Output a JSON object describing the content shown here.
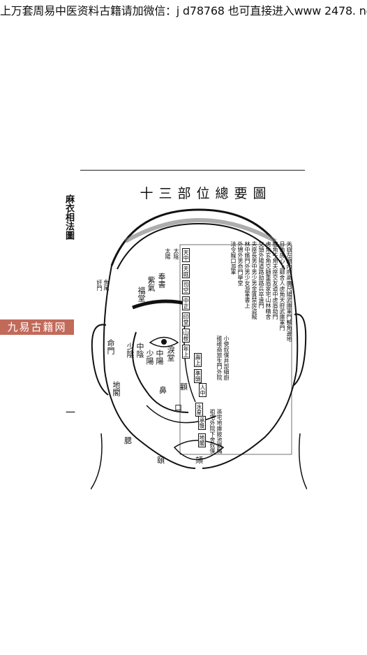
{
  "banner": {
    "text": "上万套周易中医资料古籍请加微信：j d78768 也可直接进入www 2478. net"
  },
  "page": {
    "title": "十三部位總要圖",
    "side_title": "麻衣相法圖",
    "page_number": "一"
  },
  "watermark": {
    "text": "九易古籍网"
  },
  "figure": {
    "labels_small": [
      "天中",
      "天庭",
      "司空",
      "中正",
      "印堂",
      "山根",
      "年上",
      "壽上",
      "準頭",
      "人中",
      "水星",
      "承漿",
      "地閣"
    ],
    "labels_large": [
      "命門",
      "地閣",
      "口",
      "頤",
      "頦",
      "腮",
      "鼻",
      "顴",
      "福堂",
      "紫氣",
      "奉書",
      "太陽",
      "太陰",
      "中陽",
      "少陽",
      "少陰",
      "中陰",
      "魚尾",
      "奸門",
      "淚堂"
    ],
    "columns": [
      "天嶽左廂內府高廣尺陽武庫軍門輔角邊地",
      "日角房心上卿舍人虎角天府武庫軍門",
      "龍角牛角夫座交友道中虎眉劫門",
      "虎角玄角交額重眉家宅山林精舍",
      "交頭外陽道路劫路兵卒遠門",
      "夫座長男中男少男金匱禁房盜賊",
      "林中嬪門外男少女游軍書上",
      "外甥外男命門學堂",
      "法令寵口游軍",
      "小使奴僕井部細廚",
      "碓碓商旅生門外院",
      "祖宅外院下舍奴僕",
      "孫宅地庫陂池鵝鴨"
    ]
  }
}
